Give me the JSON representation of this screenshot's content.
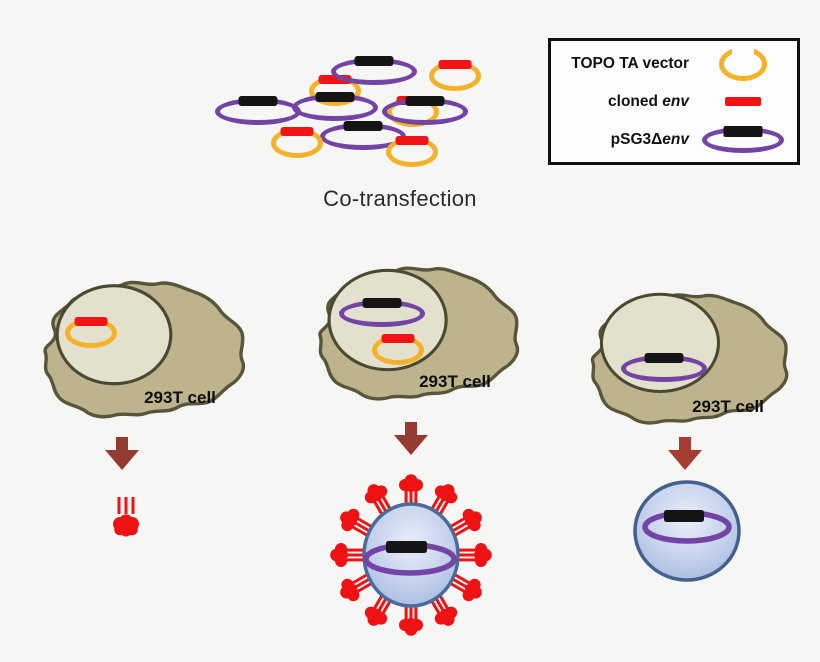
{
  "title": "Co-transfection",
  "legend": {
    "items": [
      {
        "label": "TOPO TA vector",
        "icon": "topo-ta-vector-icon",
        "color": "#F2B32A"
      },
      {
        "label_prefix": "cloned ",
        "label_italic": "env",
        "icon": "cloned-env-icon",
        "color": "#F21414"
      },
      {
        "label_prefix": "pSG3Δ",
        "label_italic": "env",
        "icon": "psg3-delta-env-icon",
        "color": "#7343A5"
      }
    ]
  },
  "cells": [
    {
      "label": "293T cell",
      "contains": [
        "topo-ta-vector-with-cloned-env"
      ]
    },
    {
      "label": "293T cell",
      "contains": [
        "psg3-delta-env-plasmid",
        "topo-ta-vector-with-cloned-env"
      ]
    },
    {
      "label": "293T cell",
      "contains": [
        "psg3-delta-env-plasmid"
      ]
    }
  ],
  "products": [
    {
      "icon": "env-protein-trimer-icon"
    },
    {
      "icon": "env-pseudotyped-virus-icon"
    },
    {
      "icon": "bald-particle-icon"
    }
  ],
  "colors": {
    "topo_yellow": "#F2B32A",
    "env_red": "#F21414",
    "psg3_purple": "#7343A5",
    "insert_black": "#151515",
    "cell_body": "#BDB48D",
    "cell_outline": "#57563A",
    "nucleus_fill": "#E3E1CD",
    "nucleus_outline": "#4A4930",
    "arrow": "#943B31",
    "virus_fill": "#C7D3ED",
    "virus_outline": "#4A6A99",
    "background": "#F6F6F5"
  }
}
